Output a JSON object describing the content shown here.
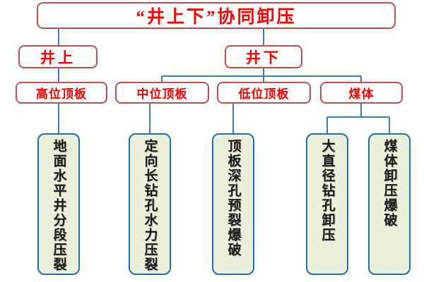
{
  "diagram": {
    "title_box": {
      "label": "“井上下”协同卸压"
    },
    "level2": [
      {
        "key": "surface",
        "label": "井上"
      },
      {
        "key": "underground",
        "label": "井下"
      }
    ],
    "level3": [
      {
        "key": "high-roof",
        "label": "高位顶板"
      },
      {
        "key": "mid-roof",
        "label": "中位顶板"
      },
      {
        "key": "low-roof",
        "label": "低位顶板"
      },
      {
        "key": "coal-body",
        "label": "煤体"
      }
    ],
    "leaves": [
      {
        "key": "surface-horizontal-well-staged-fracturing",
        "label": "地面水平井分段压裂"
      },
      {
        "key": "directional-long-borehole-hydraulic-fracturing",
        "label": "定向长钻孔水力压裂"
      },
      {
        "key": "roof-deep-hole-presplitting-blasting",
        "label": "顶板深孔预裂爆破"
      },
      {
        "key": "large-diameter-borehole-pressure-relief",
        "label": "大直径钻孔卸压"
      },
      {
        "key": "coal-body-pressure-relief-blasting",
        "label": "煤体卸压爆破"
      }
    ],
    "colors": {
      "red_box_border": "#c0504d",
      "red_box_text": "#ff0000",
      "blue_box_border": "#1f6fb5",
      "blue_box_fill": "#eaf0da",
      "connector_blue": "#3a7ebf",
      "background": "#ffffff"
    }
  }
}
